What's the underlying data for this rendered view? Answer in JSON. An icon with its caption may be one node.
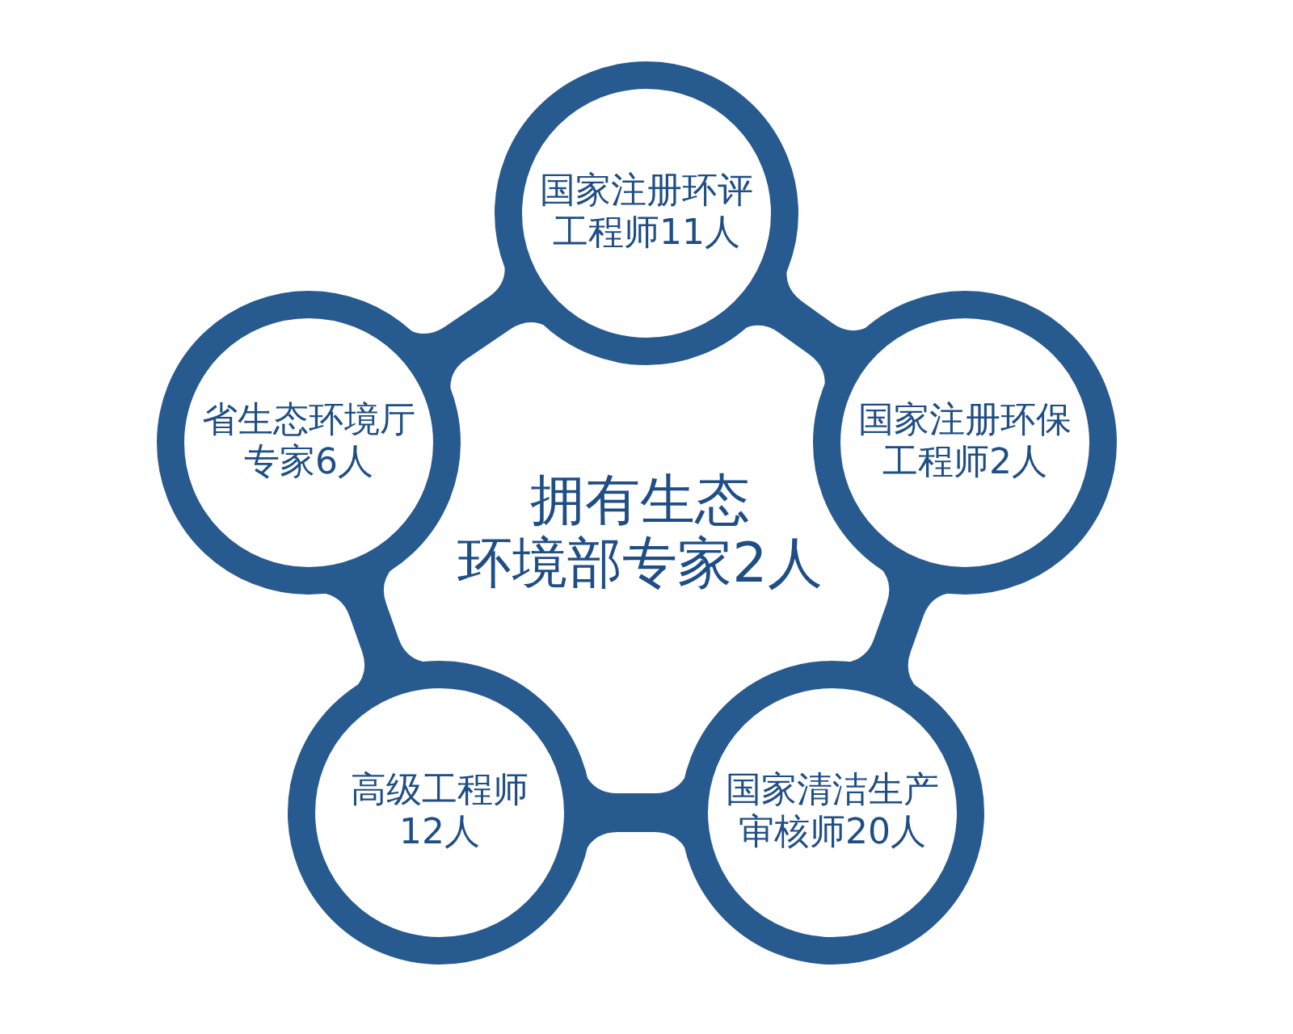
{
  "diagram": {
    "nodes": [
      {
        "text": [
          "国家注册环评工程师11人"
        ]
      },
      {
        "text": [
          "省生态环境厅专家6人"
        ]
      },
      {
        "text": [
          "国家注册环保工程师2人"
        ]
      },
      {
        "text": [
          "高级工程师12人"
        ]
      },
      {
        "text": [
          "国家清洁生产审核师20人"
        ]
      }
    ],
    "edges": [
      {
        "from": 0,
        "to": 2,
        "arrow": "none",
        "style": "thick"
      },
      {
        "from": 2,
        "to": 4,
        "arrow": "none",
        "style": "thick"
      },
      {
        "from": 4,
        "to": 3,
        "arrow": "none",
        "style": "thick"
      },
      {
        "from": 3,
        "to": 1,
        "arrow": "none",
        "style": "thick"
      },
      {
        "from": 1,
        "to": 0,
        "arrow": "none",
        "style": "thick"
      }
    ],
    "labels": [
      "拥有生态环境部专家2人"
    ]
  }
}
